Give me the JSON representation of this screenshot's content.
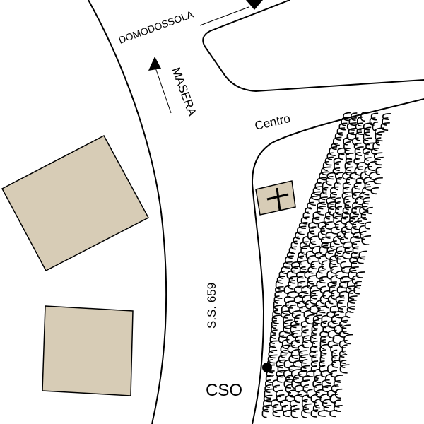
{
  "labels": {
    "domodossola": "DOMODOSSOLA",
    "masera": "MASERA",
    "centro": "Centro",
    "road": "S.S. 659",
    "cso": "CSO"
  },
  "colors": {
    "building": "#d7ccb6",
    "line": "#000000"
  },
  "icons": [
    "arrow-domodossola-icon",
    "arrow-masera-icon",
    "church-cross-icon",
    "cso-point-marker"
  ]
}
